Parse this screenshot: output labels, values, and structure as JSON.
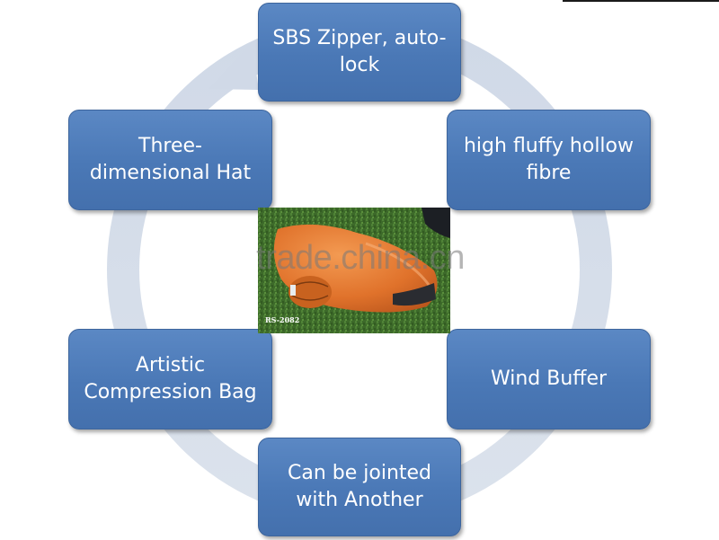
{
  "diagram": {
    "nodes": [
      {
        "id": "sbs-zipper",
        "lines": [
          "SBS Zipper, auto-",
          "lock"
        ]
      },
      {
        "id": "hollow-fibre",
        "lines": [
          "high fluffy hollow",
          "fibre"
        ]
      },
      {
        "id": "wind-buffer",
        "lines": [
          "Wind Buffer"
        ]
      },
      {
        "id": "jointed",
        "lines": [
          "Can be jointed",
          "with Another"
        ]
      },
      {
        "id": "compression-bag",
        "lines": [
          "Artistic",
          "Compression Bag"
        ]
      },
      {
        "id": "hat",
        "lines": [
          "Three-",
          "dimensional Hat"
        ]
      }
    ],
    "colors": {
      "node_fill": "#4a7ab8",
      "ring": "#d3dbe8"
    }
  },
  "photo": {
    "caption": "RS-2082",
    "watermark": "trade.china.cn"
  }
}
